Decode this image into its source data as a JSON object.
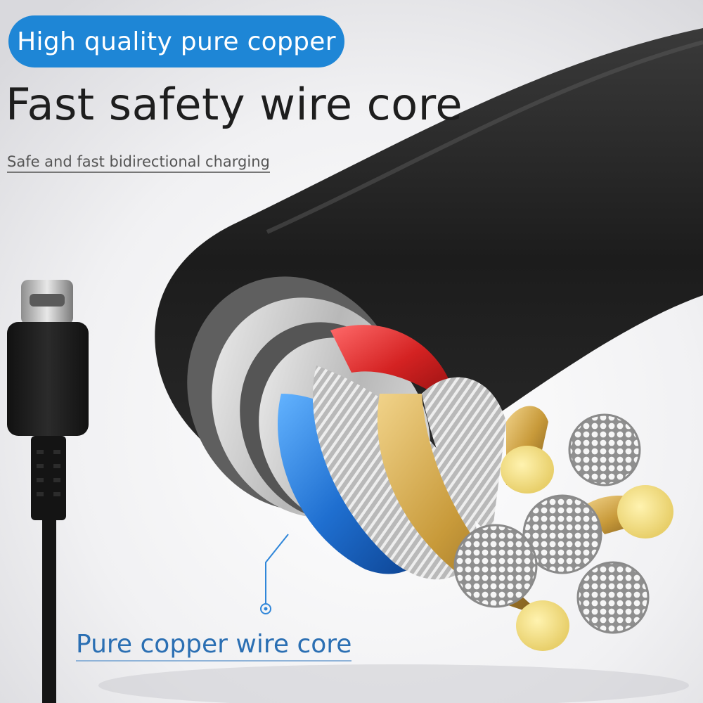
{
  "badge": {
    "label": "High quality pure copper"
  },
  "headline": "Fast safety wire core",
  "tagline": "Safe and fast bidirectional charging",
  "callout": {
    "label": "Pure copper wire core"
  },
  "colors": {
    "accent_blue": "#1e86d6",
    "callout_text": "#2b6fb3",
    "cable_black": "#1f1f1f",
    "copper": "#c89a3a",
    "insulation_red": "#d42222",
    "insulation_blue": "#1f6fd0"
  }
}
